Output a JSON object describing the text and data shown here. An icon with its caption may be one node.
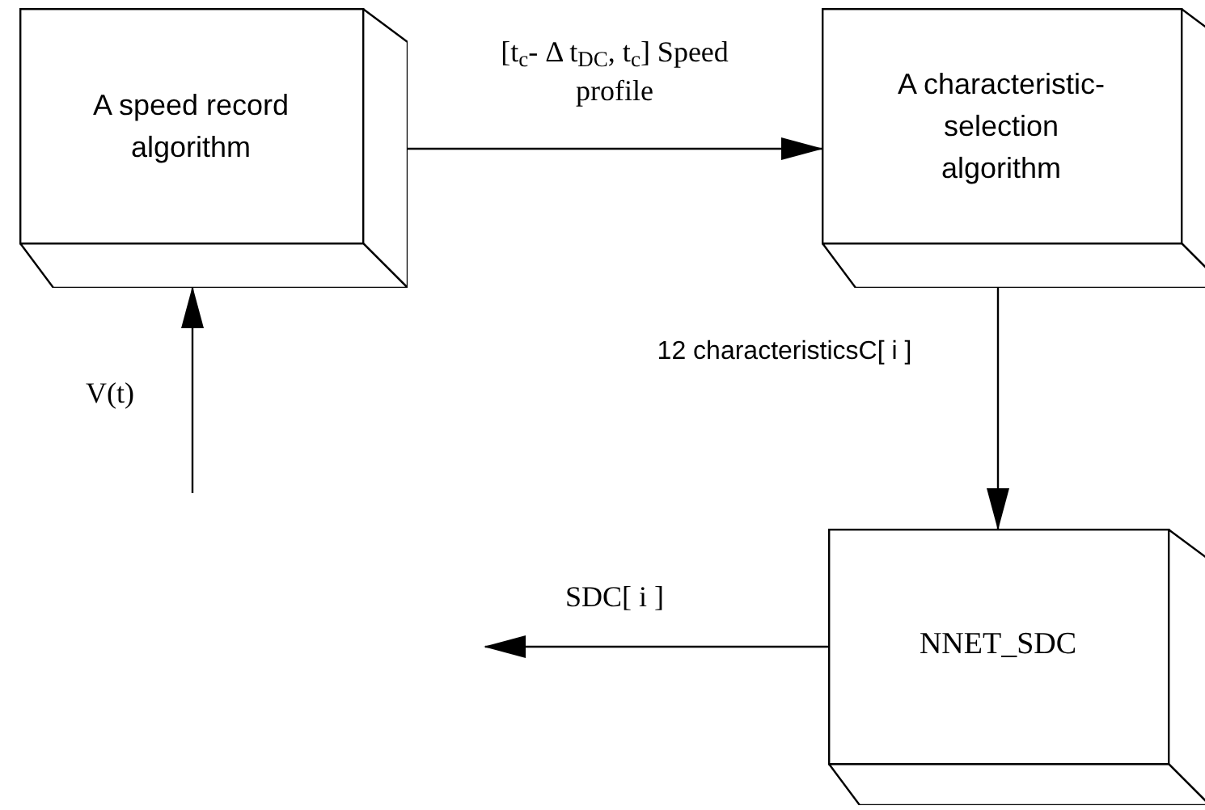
{
  "diagram": {
    "nodes": [
      {
        "text": [
          "A speed record algorithm"
        ]
      },
      {
        "text": [
          "A characteristic-selection algorithm"
        ]
      },
      {
        "text": [
          "NNET_SDC"
        ]
      }
    ],
    "edges": [
      {
        "from": 0,
        "to": 1,
        "arrow": "to",
        "label": "[t$_{c}$- Δ t$_{DC}$, t$_{c}$] Speed profile"
      },
      {
        "from": null,
        "to": 0,
        "arrow": "to",
        "label": "V(t)"
      },
      {
        "from": 1,
        "to": 2,
        "arrow": "to",
        "label": "12 characteristicsC[ i ]"
      },
      {
        "from": 2,
        "to": null,
        "arrow": "to",
        "label": "SDC[ i ]"
      }
    ]
  }
}
